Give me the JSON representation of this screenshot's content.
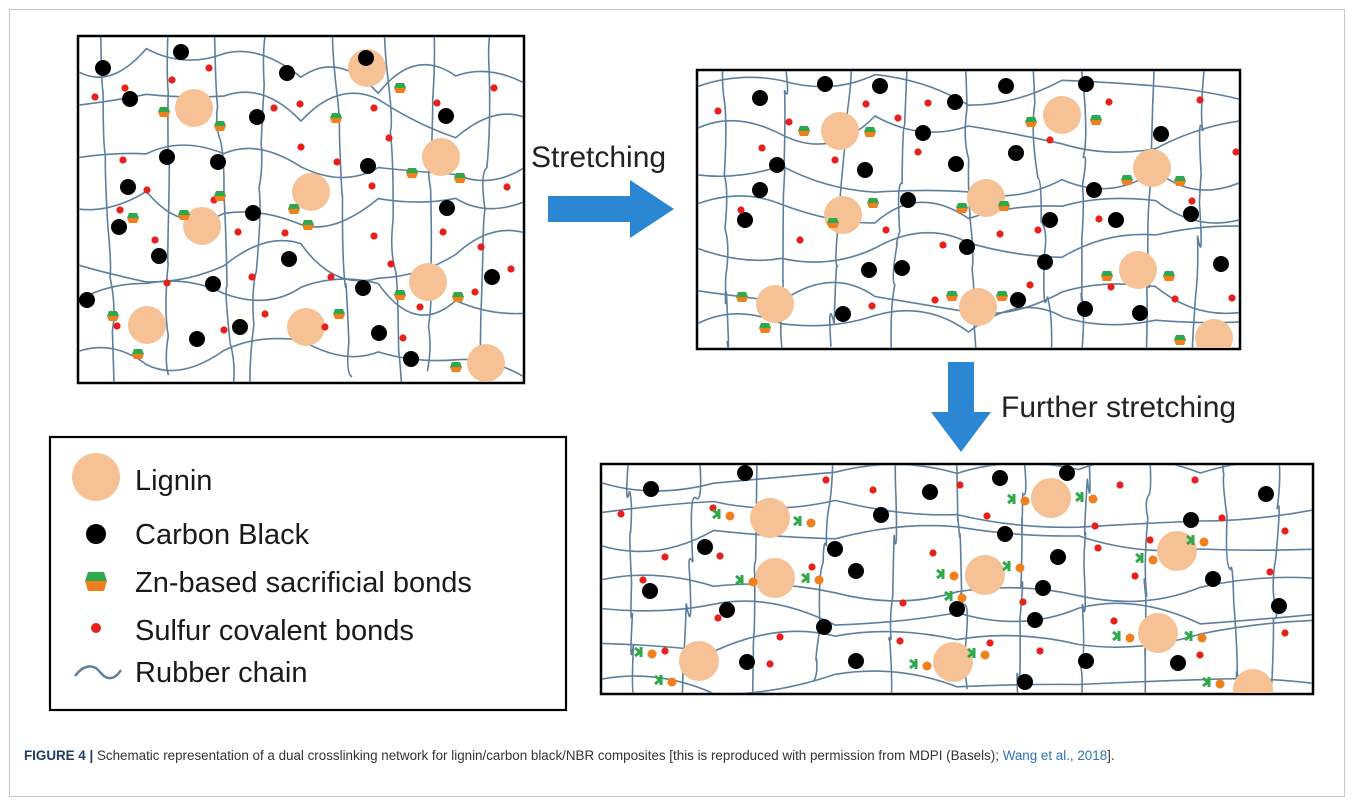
{
  "diagram": {
    "arrow1_label": "Stretching",
    "arrow2_label": "Further stretching",
    "legend": {
      "lignin": "Lignin",
      "carbon_black": "Carbon Black",
      "zn_bonds": "Zn-based sacrificial bonds",
      "sulfur_bonds": "Sulfur covalent bonds",
      "rubber_chain": "Rubber chain"
    }
  },
  "caption": {
    "figure_label": "FIGURE 4 |",
    "text": " Schematic representation of a dual crosslinking network for lignin/carbon black/NBR composites [this is reproduced with permission from MDPI (Basels); ",
    "citation": "Wang et al., 2018",
    "end": "]."
  },
  "colors": {
    "lignin": "#f6c194",
    "carbon_black": "#000000",
    "zn_green": "#2ea84a",
    "zn_orange": "#f07f1e",
    "sulfur": "#e8201c",
    "rubber_chain": "#5d7f9e",
    "arrow": "#2b87d3",
    "figure_label": "#1c3d66",
    "citation": "#2e74b5"
  }
}
